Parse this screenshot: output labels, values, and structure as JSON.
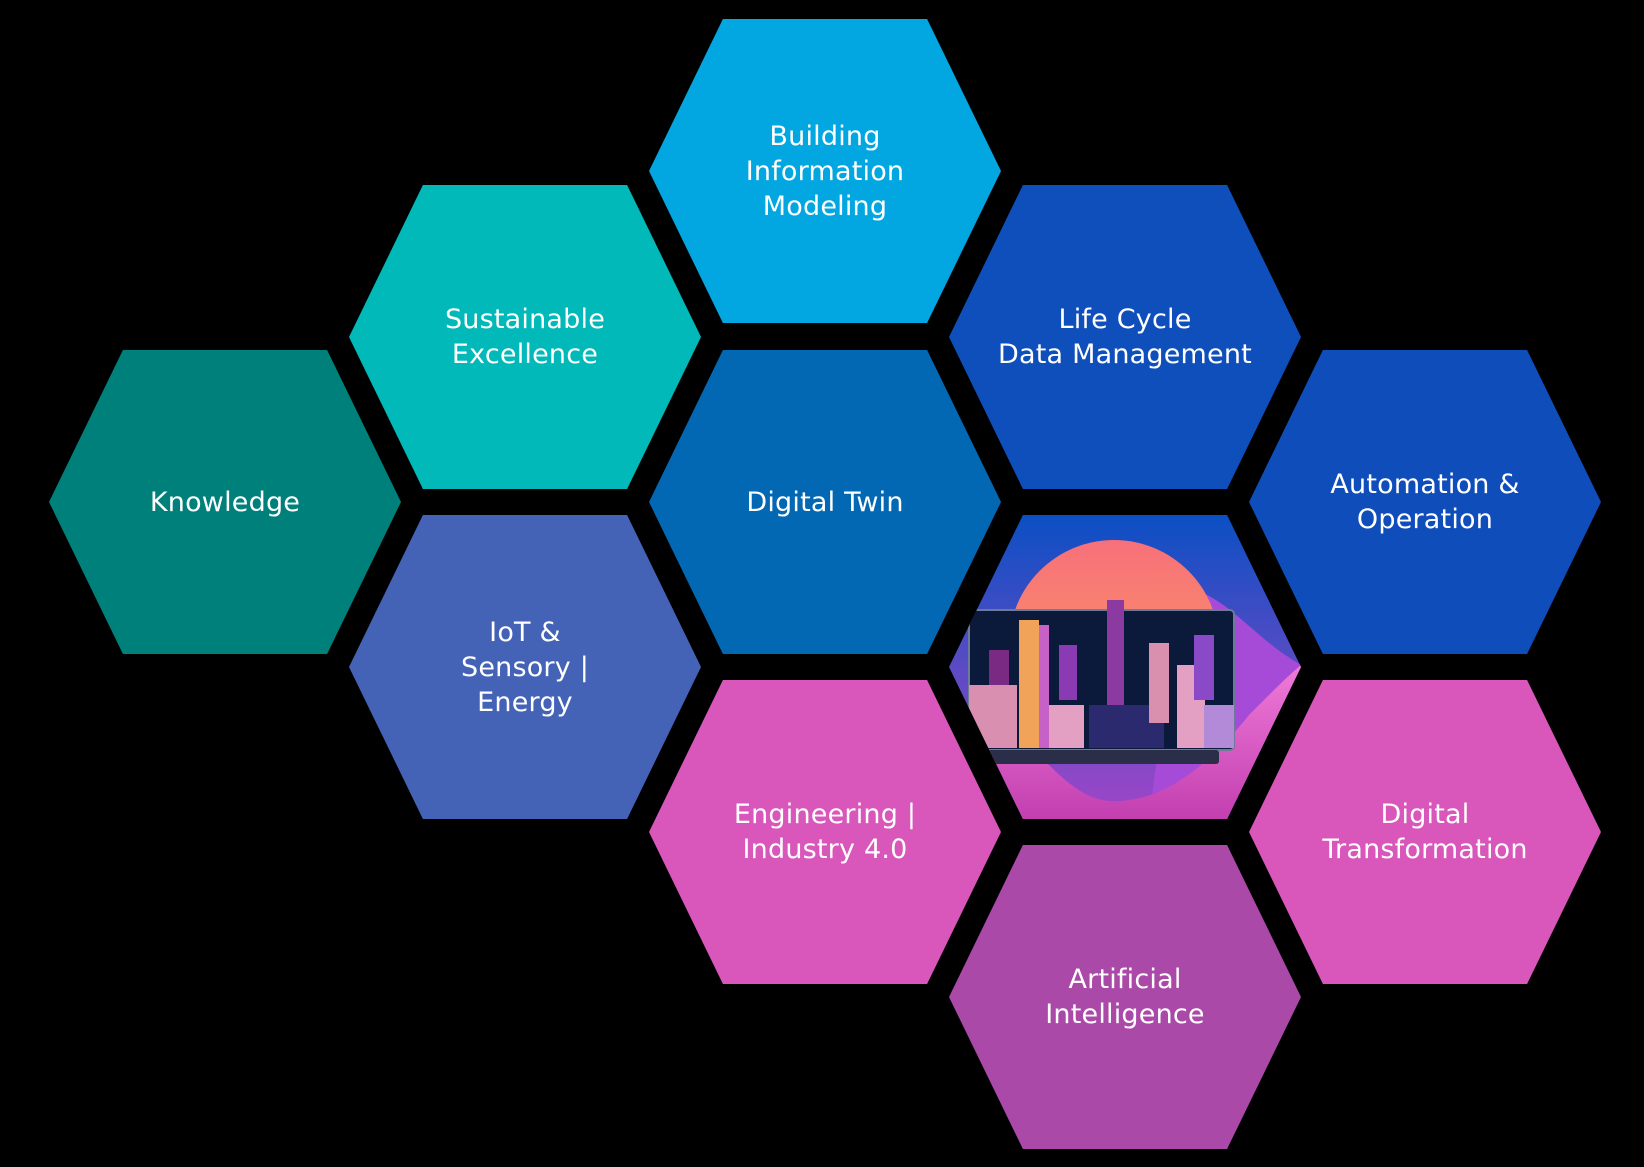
{
  "hexagons": [
    {
      "label": "Knowledge",
      "color": "#00807a"
    },
    {
      "label": "Sustainable\nExcellence",
      "color": "#00b9b8"
    },
    {
      "label": "IoT &\nSensory |\nEnergy",
      "color": "#4563b6"
    },
    {
      "label": "Building\nInformation\nModeling",
      "color": "#02a7e2"
    },
    {
      "label": "Digital Twin",
      "color": "#0268b3"
    },
    {
      "label": "Engineering |\nIndustry 4.0",
      "color": "#d957bb"
    },
    {
      "label": "Life Cycle\nData Management",
      "color": "#0f4fbb"
    },
    {
      "label": "Artificial\nIntelligence",
      "color": "#ab49a9"
    },
    {
      "label": "Automation &\nOperation",
      "color": "#0f4dbb"
    },
    {
      "label": "Digital\nTransformation",
      "color": "#d957bb"
    }
  ]
}
